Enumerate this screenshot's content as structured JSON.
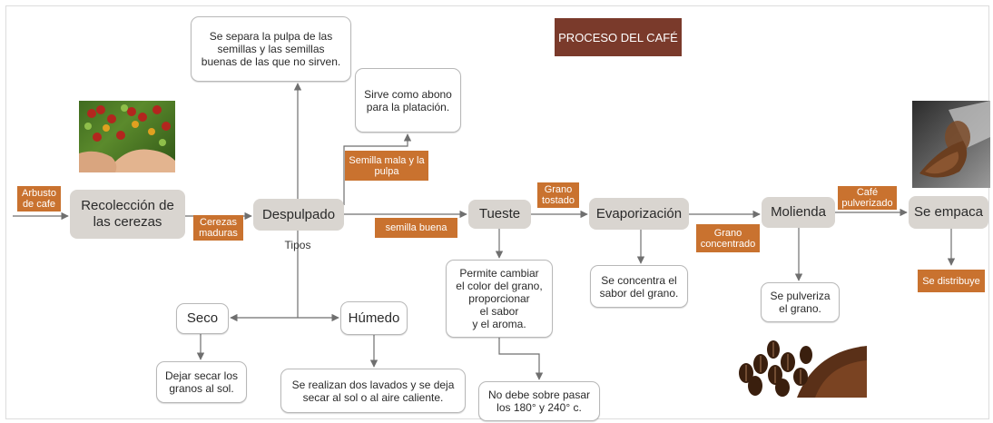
{
  "title": "PROCESO DEL CAFÉ",
  "steps": {
    "recoleccion": "Recolección de\nlas cerezas",
    "despulpado": "Despulpado",
    "tueste": "Tueste",
    "evaporizacion": "Evaporización",
    "molienda": "Molienda",
    "empaca": "Se empaca",
    "seco": "Seco",
    "humedo": "Húmedo"
  },
  "notes": {
    "pulpa": "Se separa la pulpa de las\nsemillas y las semillas\nbuenas de las que no sirven.",
    "abono": "Sirve como abono\npara la platación.",
    "tueste": "Permite cambiar\nel color del grano,\nproporcionar\nel sabor\ny el aroma.",
    "temperatura": "No debe sobre pasar\nlos 180° y 240° c.",
    "concentra": "Se concentra el\nsabor del grano.",
    "pulveriza": "Se pulveriza\nel grano.",
    "seco": "Dejar secar los\ngranos al sol.",
    "humedo": "Se realizan dos lavados y se deja\nsecar al sol o al aire caliente."
  },
  "tags": {
    "arbusto": "Arbusto\nde cafe",
    "cerezas": "Cerezas\nmaduras",
    "semilla_mala": "Semilla mala y la\npulpa",
    "semilla_buena": "semilla buena",
    "grano_tostado": "Grano\ntostado",
    "grano_concentrado": "Grano\nconcentrado",
    "cafe_pulverizado": "Café\npulverizado",
    "distribuye": "Se distribuye"
  },
  "labels": {
    "tipos": "Tipos"
  },
  "colors": {
    "tag": "#c9722f",
    "title": "#7a3a2b",
    "step": "#d9d5d0",
    "line": "#6f6f6f"
  },
  "images": [
    "coffee-cherries-photo",
    "coffee-jar-photo",
    "coffee-beans-photo"
  ]
}
